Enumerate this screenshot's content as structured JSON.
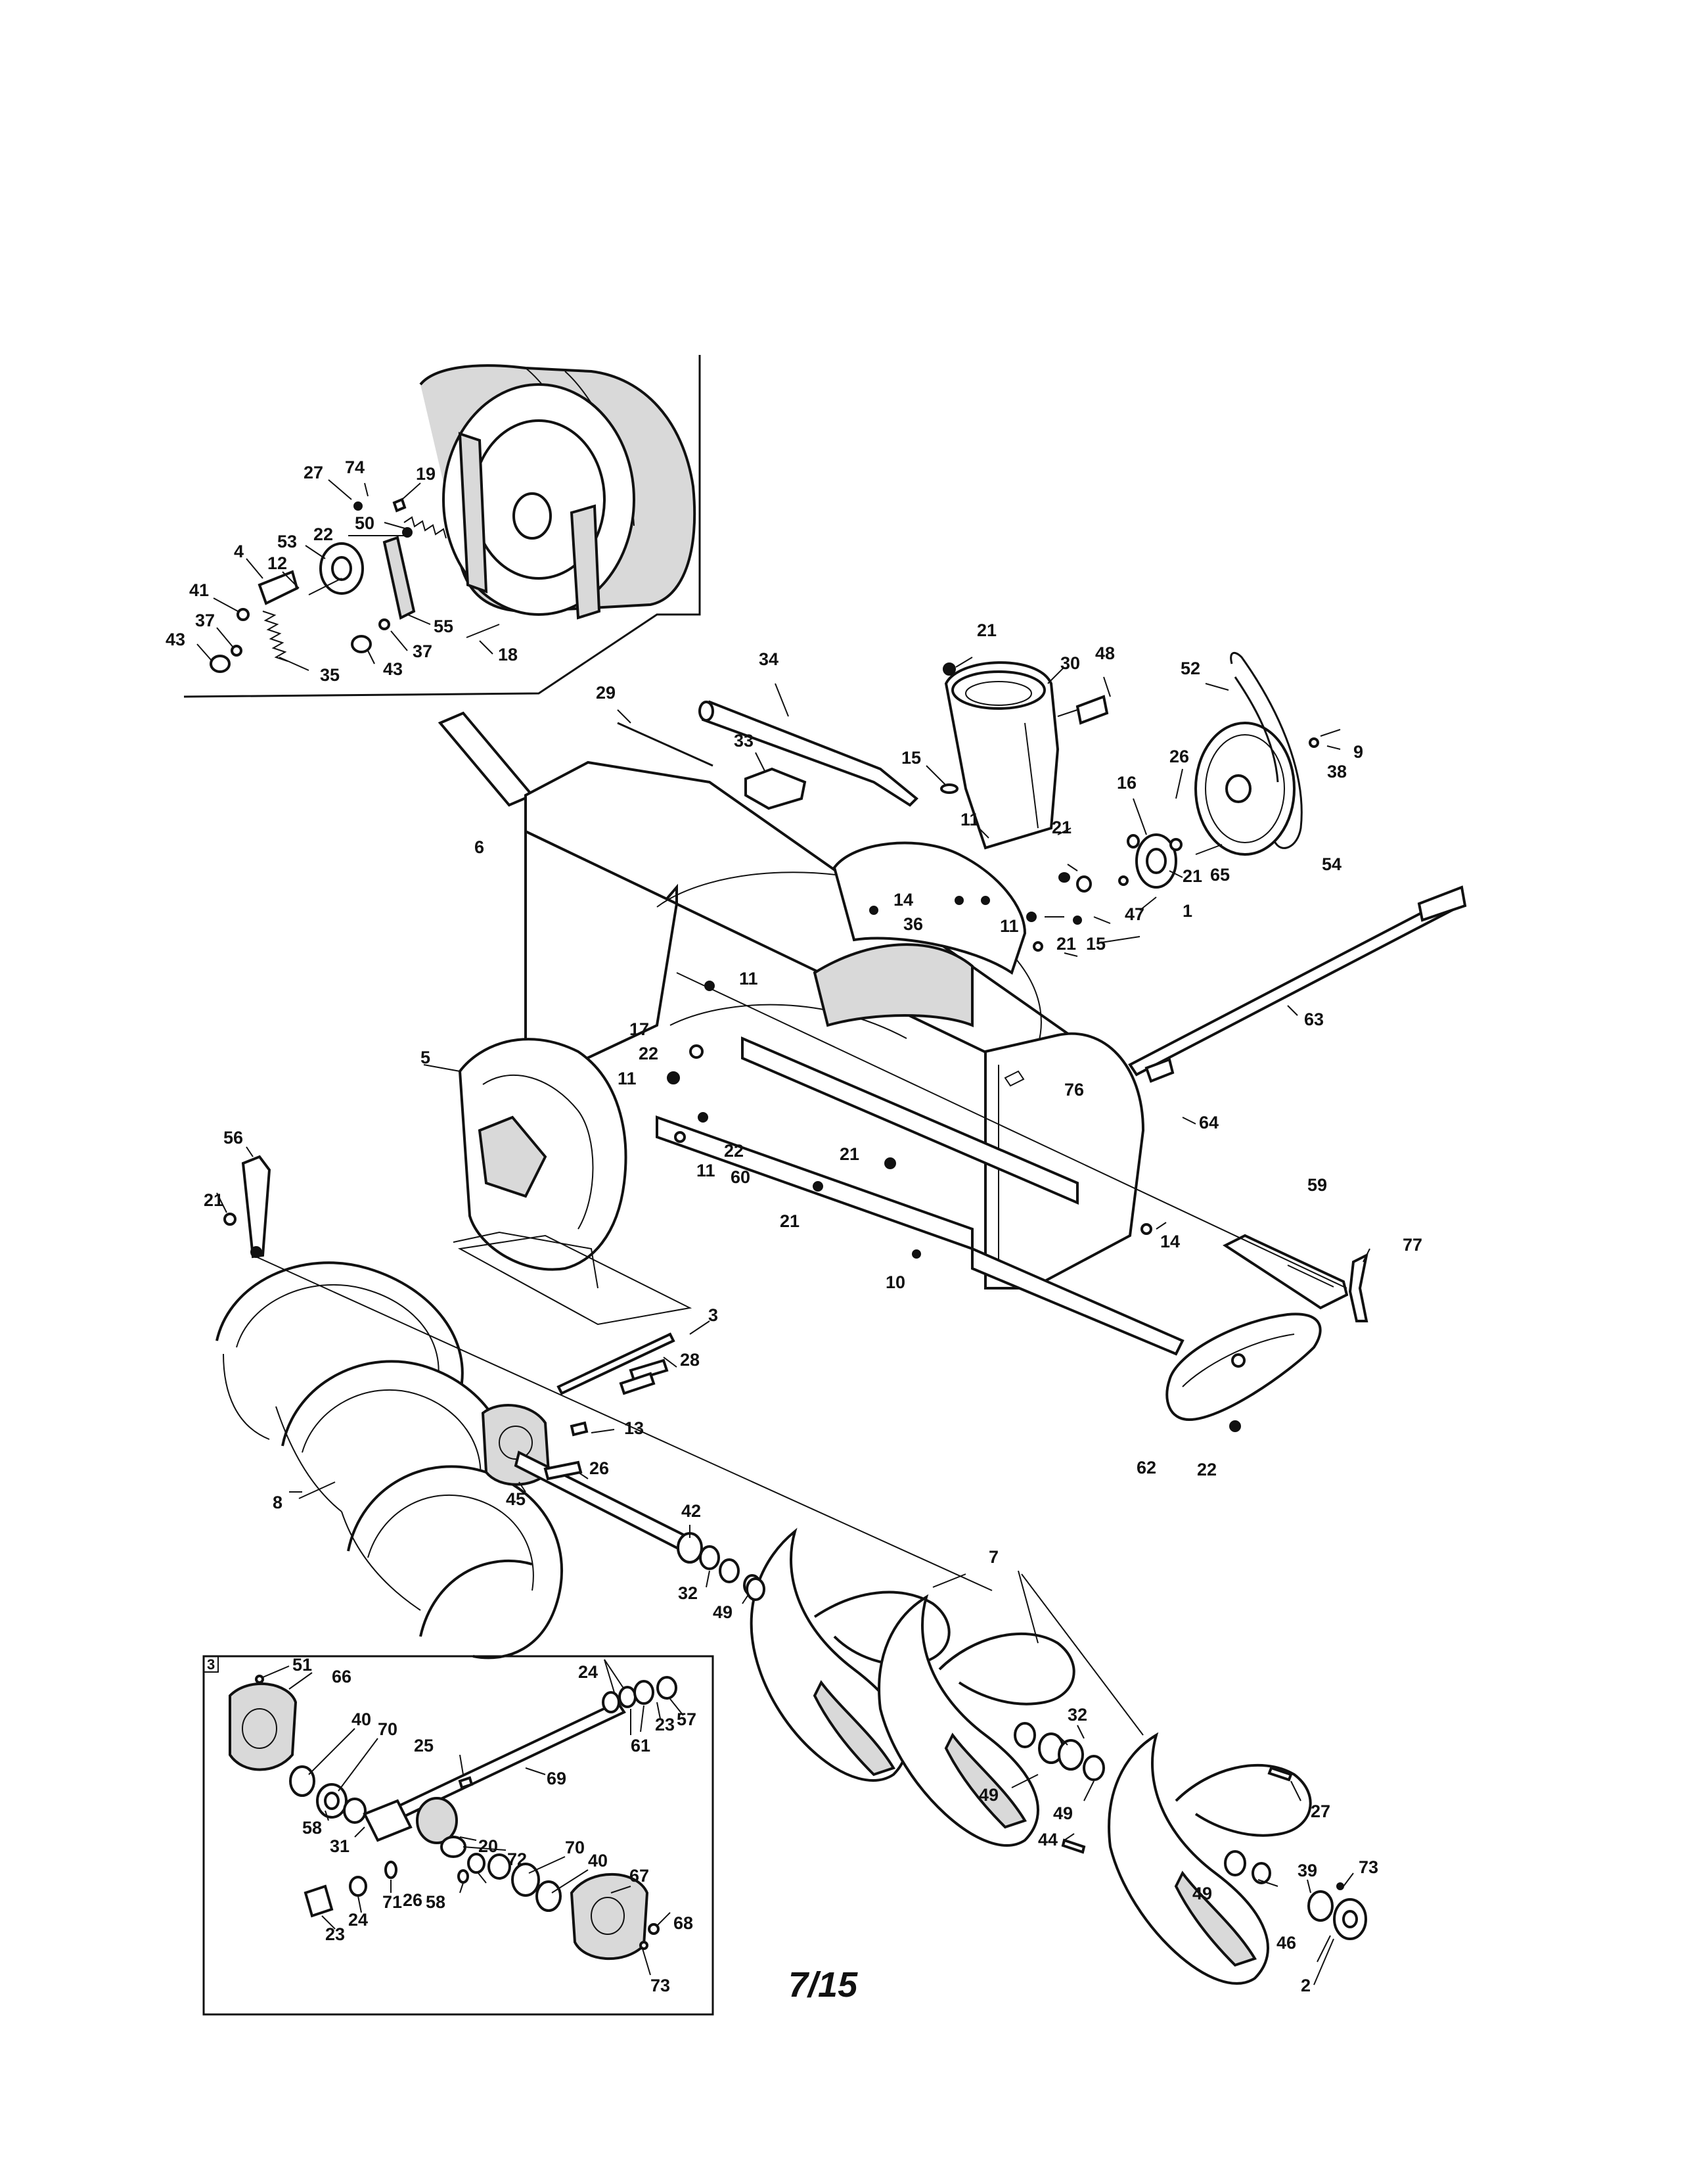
{
  "page_number": "7/15",
  "inset_bottom_tag": "3",
  "callouts": [
    {
      "id": "c27a",
      "text": "27"
    },
    {
      "id": "c74a",
      "text": "74"
    },
    {
      "id": "c19",
      "text": "19"
    },
    {
      "id": "c50",
      "text": "50"
    },
    {
      "id": "c22a",
      "text": "22"
    },
    {
      "id": "c53",
      "text": "53"
    },
    {
      "id": "c4",
      "text": "4"
    },
    {
      "id": "c12",
      "text": "12"
    },
    {
      "id": "c41",
      "text": "41"
    },
    {
      "id": "c37a",
      "text": "37"
    },
    {
      "id": "c43a",
      "text": "43"
    },
    {
      "id": "c35",
      "text": "35"
    },
    {
      "id": "c55",
      "text": "55"
    },
    {
      "id": "c37b",
      "text": "37"
    },
    {
      "id": "c43b",
      "text": "43"
    },
    {
      "id": "c18",
      "text": "18"
    },
    {
      "id": "c21a",
      "text": "21"
    },
    {
      "id": "c30",
      "text": "30"
    },
    {
      "id": "c48",
      "text": "48"
    },
    {
      "id": "c52",
      "text": "52"
    },
    {
      "id": "c34",
      "text": "34"
    },
    {
      "id": "c29",
      "text": "29"
    },
    {
      "id": "c33",
      "text": "33"
    },
    {
      "id": "c15a",
      "text": "15"
    },
    {
      "id": "c9",
      "text": "9"
    },
    {
      "id": "c38",
      "text": "38"
    },
    {
      "id": "c26a",
      "text": "26"
    },
    {
      "id": "c16",
      "text": "16"
    },
    {
      "id": "c11a",
      "text": "11"
    },
    {
      "id": "c21b",
      "text": "21"
    },
    {
      "id": "c21c",
      "text": "21"
    },
    {
      "id": "c65",
      "text": "65"
    },
    {
      "id": "c54",
      "text": "54"
    },
    {
      "id": "c1",
      "text": "1"
    },
    {
      "id": "c47",
      "text": "47"
    },
    {
      "id": "c6",
      "text": "6"
    },
    {
      "id": "c14a",
      "text": "14"
    },
    {
      "id": "c36",
      "text": "36"
    },
    {
      "id": "c11b",
      "text": "11"
    },
    {
      "id": "c21d",
      "text": "21"
    },
    {
      "id": "c15b",
      "text": "15"
    },
    {
      "id": "c11c",
      "text": "11"
    },
    {
      "id": "c17",
      "text": "17"
    },
    {
      "id": "c63",
      "text": "63"
    },
    {
      "id": "c22b",
      "text": "22"
    },
    {
      "id": "c11d",
      "text": "11"
    },
    {
      "id": "c5",
      "text": "5"
    },
    {
      "id": "c76",
      "text": "76"
    },
    {
      "id": "c21e",
      "text": "21"
    },
    {
      "id": "c64",
      "text": "64"
    },
    {
      "id": "c22c",
      "text": "22"
    },
    {
      "id": "c11e",
      "text": "11"
    },
    {
      "id": "c60",
      "text": "60"
    },
    {
      "id": "c56",
      "text": "56"
    },
    {
      "id": "c59",
      "text": "59"
    },
    {
      "id": "c21f",
      "text": "21"
    },
    {
      "id": "c21g",
      "text": "21"
    },
    {
      "id": "c14b",
      "text": "14"
    },
    {
      "id": "c77",
      "text": "77"
    },
    {
      "id": "c10",
      "text": "10"
    },
    {
      "id": "c3",
      "text": "3"
    },
    {
      "id": "c28",
      "text": "28"
    },
    {
      "id": "c13",
      "text": "13"
    },
    {
      "id": "c26b",
      "text": "26"
    },
    {
      "id": "c62",
      "text": "62"
    },
    {
      "id": "c22d",
      "text": "22"
    },
    {
      "id": "c8",
      "text": "8"
    },
    {
      "id": "c45",
      "text": "45"
    },
    {
      "id": "c42",
      "text": "42"
    },
    {
      "id": "c7",
      "text": "7"
    },
    {
      "id": "c32a",
      "text": "32"
    },
    {
      "id": "c49a",
      "text": "49"
    },
    {
      "id": "c51",
      "text": "51"
    },
    {
      "id": "c66",
      "text": "66"
    },
    {
      "id": "c24a",
      "text": "24"
    },
    {
      "id": "c57",
      "text": "57"
    },
    {
      "id": "c23a",
      "text": "23"
    },
    {
      "id": "c61",
      "text": "61"
    },
    {
      "id": "c40a",
      "text": "40"
    },
    {
      "id": "c70a",
      "text": "70"
    },
    {
      "id": "c25",
      "text": "25"
    },
    {
      "id": "c69",
      "text": "69"
    },
    {
      "id": "c58a",
      "text": "58"
    },
    {
      "id": "c31",
      "text": "31"
    },
    {
      "id": "c20",
      "text": "20"
    },
    {
      "id": "c72",
      "text": "72"
    },
    {
      "id": "c70b",
      "text": "70"
    },
    {
      "id": "c40b",
      "text": "40"
    },
    {
      "id": "c71",
      "text": "71"
    },
    {
      "id": "c24b",
      "text": "24"
    },
    {
      "id": "c26c",
      "text": "26"
    },
    {
      "id": "c58b",
      "text": "58"
    },
    {
      "id": "c67",
      "text": "67"
    },
    {
      "id": "c68",
      "text": "68"
    },
    {
      "id": "c23b",
      "text": "23"
    },
    {
      "id": "c73a",
      "text": "73"
    },
    {
      "id": "c32b",
      "text": "32"
    },
    {
      "id": "c49b",
      "text": "49"
    },
    {
      "id": "c49c",
      "text": "49"
    },
    {
      "id": "c27b",
      "text": "27"
    },
    {
      "id": "c39",
      "text": "39"
    },
    {
      "id": "c73b",
      "text": "73"
    },
    {
      "id": "c44",
      "text": "44"
    },
    {
      "id": "c49d",
      "text": "49"
    },
    {
      "id": "c46",
      "text": "46"
    },
    {
      "id": "c2",
      "text": "2"
    }
  ]
}
